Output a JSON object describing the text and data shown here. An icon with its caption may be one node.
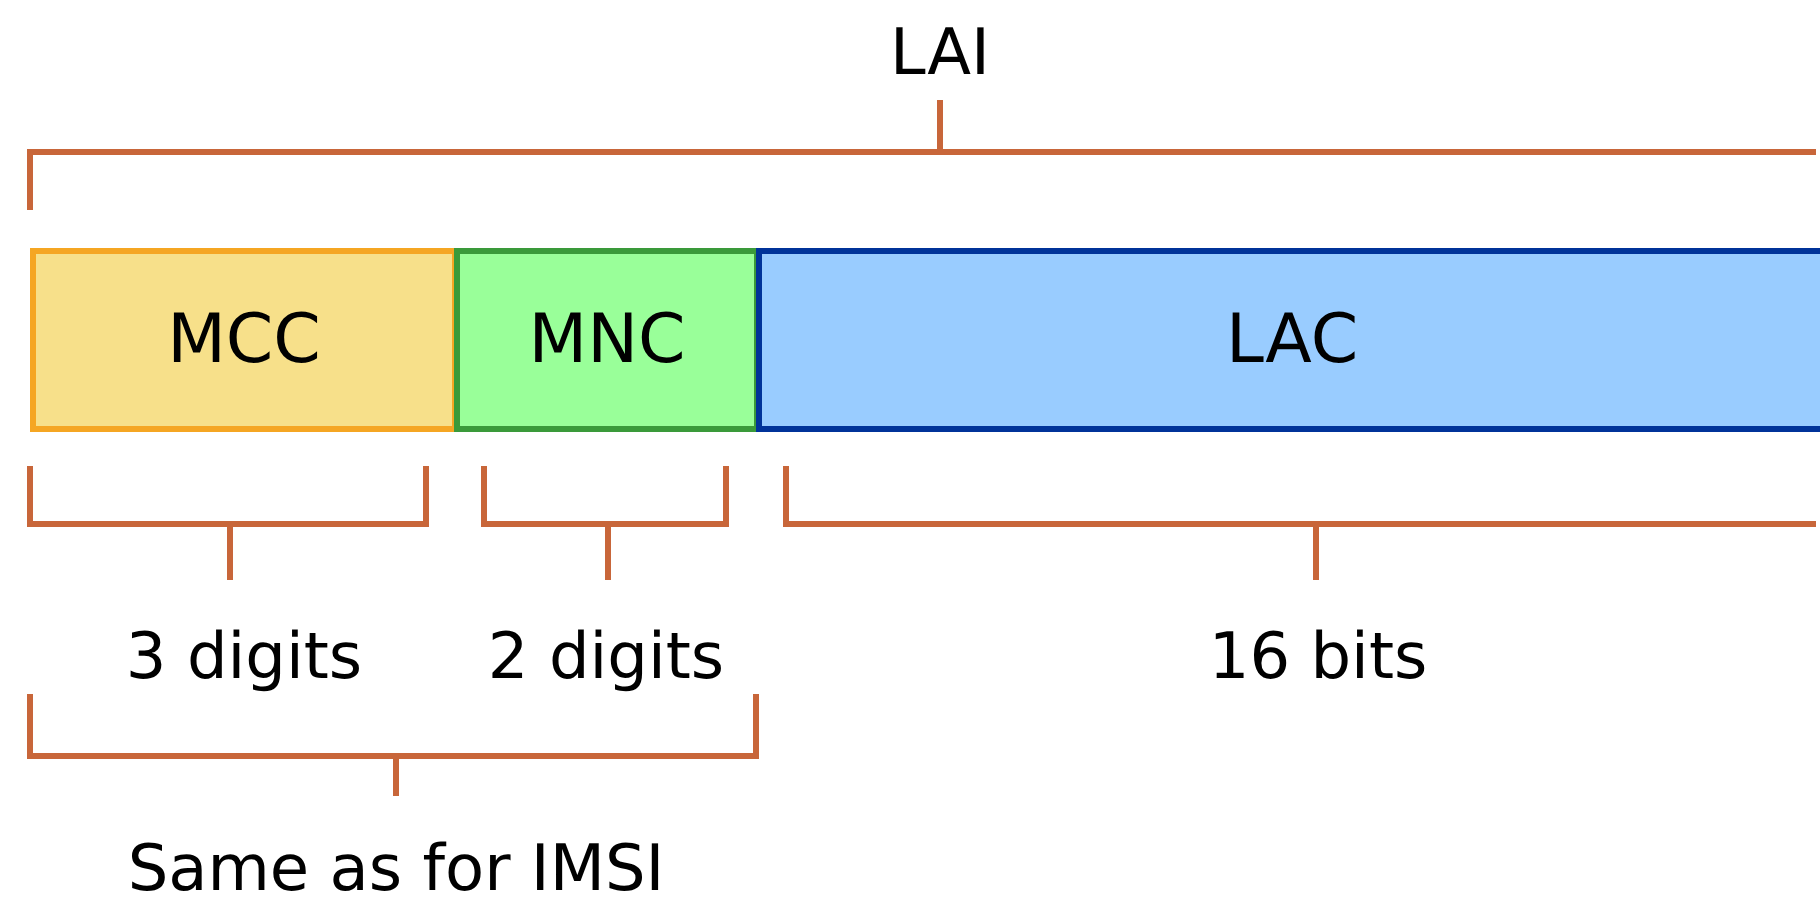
{
  "diagram": {
    "nodes": [
      {
        "text": [
          "MCC"
        ]
      },
      {
        "text": [
          "MNC"
        ]
      },
      {
        "text": [
          "LAC"
        ]
      }
    ],
    "labels": [
      "LAI",
      "3 digits",
      "2 digits",
      "16 bits",
      "Same as for IMSI"
    ]
  }
}
